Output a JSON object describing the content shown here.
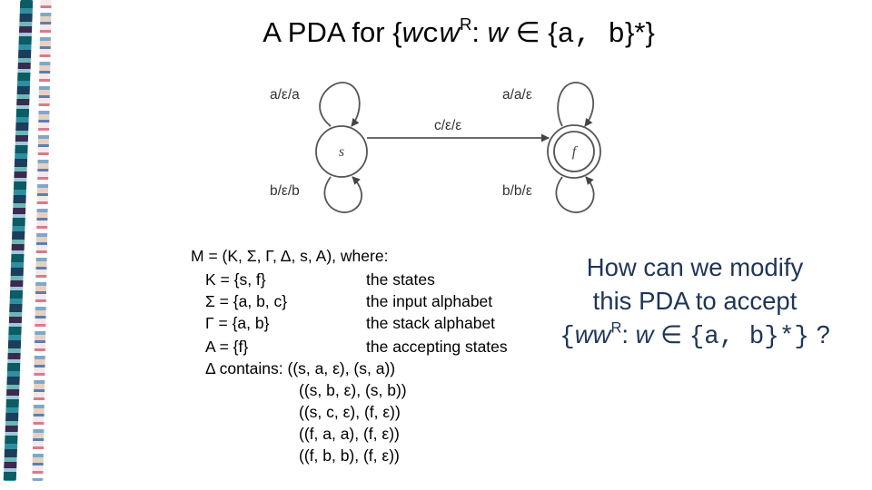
{
  "title": {
    "prefix": "A PDA for {",
    "w1": "w",
    "c": "c",
    "w2": "w",
    "sup": "R",
    "colon": ": ",
    "w3": "w",
    "elem": " ∈ ",
    "lbrace": "{",
    "alphabet": "a, b",
    "suffix": "}*}"
  },
  "diagram": {
    "states": [
      {
        "id": "s",
        "label": "s",
        "accepting": false
      },
      {
        "id": "f",
        "label": "f",
        "accepting": true
      }
    ],
    "transitions": [
      {
        "from": "s",
        "to": "s",
        "label": "a/ε/a"
      },
      {
        "from": "s",
        "to": "s",
        "label": "b/ε/b"
      },
      {
        "from": "s",
        "to": "f",
        "label": "c/ε/ε"
      },
      {
        "from": "f",
        "to": "f",
        "label": "a/a/ε"
      },
      {
        "from": "f",
        "to": "f",
        "label": "b/b/ε"
      }
    ]
  },
  "definition": {
    "lines": [
      {
        "label": "M = (K, Σ, Γ, Δ, s, A), where:",
        "desc": ""
      },
      {
        "label": "K = {s, f}",
        "desc": "the states"
      },
      {
        "label": "Σ = {a, b, c}",
        "desc": "the input alphabet"
      },
      {
        "label": "Γ = {a, b}",
        "desc": "the stack alphabet"
      },
      {
        "label": "A = {f}",
        "desc": "the accepting states"
      },
      {
        "label": "Δ contains: ((s, a, ε), (s, a))",
        "desc": ""
      },
      {
        "label": "((s, b, ε), (s, b))",
        "desc": ""
      },
      {
        "label": "((s, c, ε), (f, ε))",
        "desc": ""
      },
      {
        "label": "((f, a, a), (f, ε))",
        "desc": ""
      },
      {
        "label": "((f, b, b), (f, ε))",
        "desc": ""
      }
    ]
  },
  "question": {
    "line1": "How can we modify",
    "line2": "this PDA to accept",
    "lbrace": "{",
    "ww": "ww",
    "sup": "R",
    "colon": ": ",
    "w": "w",
    "elem": " ∈ ",
    "set": "{a, b}*}",
    "mark": " ?"
  },
  "colors": {
    "question_text": "#1f3558",
    "diagram_stroke": "#555555"
  }
}
